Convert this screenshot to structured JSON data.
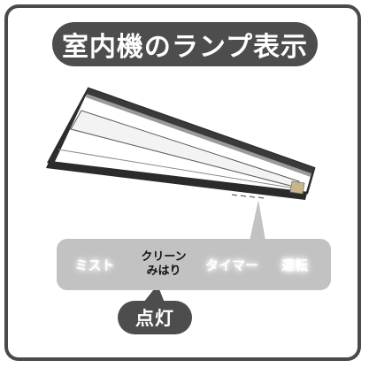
{
  "title": "室内機のランプ表示",
  "lamps": [
    {
      "label": "ミスト",
      "state": "off"
    },
    {
      "label_line1": "クリーン",
      "label_line2": "みはり",
      "state": "on"
    },
    {
      "label": "タイマー",
      "state": "off"
    },
    {
      "label": "運転",
      "state": "off"
    }
  ],
  "status_badge": "点灯",
  "colors": {
    "frame": "#4a4a4a",
    "pill": "#4d4d4d",
    "lamp_panel": "#c2c2c2",
    "unit_front": "#ffffff",
    "unit_edge": "#2b2b2b"
  }
}
